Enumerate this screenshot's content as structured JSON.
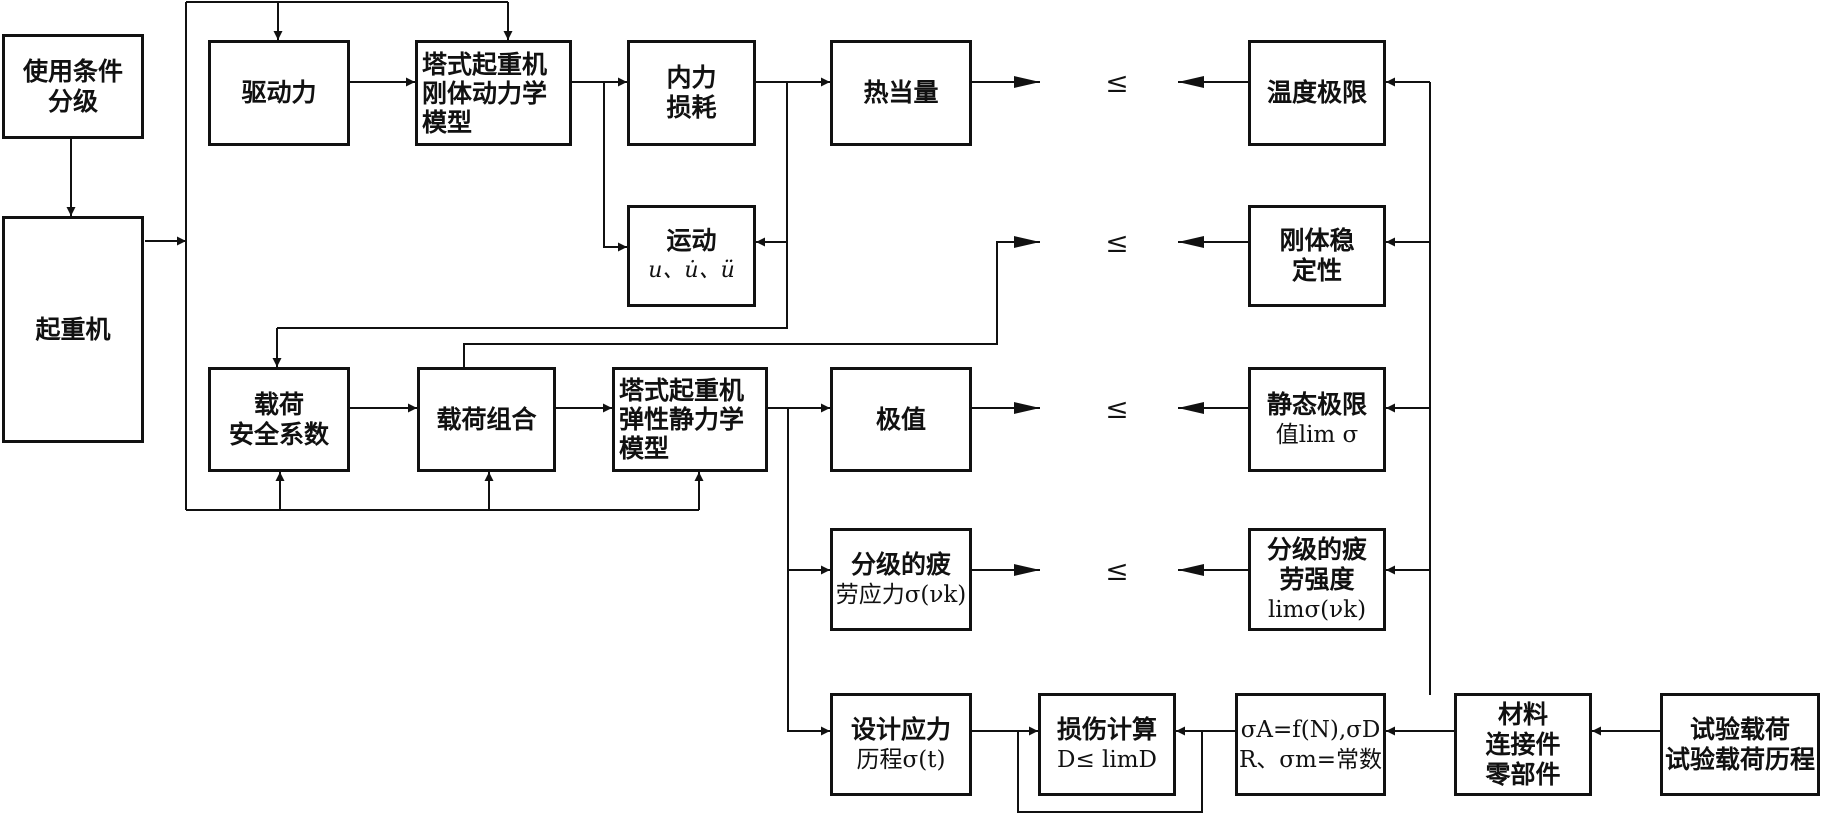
{
  "nodes": {
    "usage_class": {
      "lines": [
        "使用条件",
        "分级"
      ]
    },
    "crane": {
      "lines": [
        "起重机"
      ]
    },
    "drive_force": {
      "lines": [
        "驱动力"
      ]
    },
    "rigid_dynamics": {
      "lines": [
        "塔式起重机",
        "刚体动力学",
        "模型"
      ]
    },
    "internal_loss": {
      "lines": [
        "内力",
        "损耗"
      ]
    },
    "motion": {
      "lines": [
        "运动"
      ],
      "formula": "u、u̇、ü"
    },
    "heat_equivalent": {
      "lines": [
        "热当量"
      ]
    },
    "temp_limit": {
      "lines": [
        "温度极限"
      ]
    },
    "rigid_stability": {
      "lines": [
        "刚体稳",
        "定性"
      ]
    },
    "load_safety": {
      "lines": [
        "载荷",
        "安全系数"
      ]
    },
    "load_combination": {
      "lines": [
        "载荷组合"
      ]
    },
    "elastic_statics": {
      "lines": [
        "塔式起重机",
        "弹性静力学",
        "模型"
      ]
    },
    "extreme_value": {
      "lines": [
        "极值"
      ]
    },
    "static_limit": {
      "lines": [
        "静态极限"
      ],
      "formula": "值lim σ"
    },
    "graded_fatigue_stress": {
      "lines": [
        "分级的疲"
      ],
      "formula": "劳应力σ(νk)"
    },
    "graded_fatigue_strength": {
      "lines": [
        "分级的疲",
        "劳强度"
      ],
      "formula": "limσ(νk)"
    },
    "design_stress_history": {
      "lines": [
        "设计应力"
      ],
      "formula": "历程σ(t)"
    },
    "damage_calc": {
      "lines": [
        "损伤计算"
      ],
      "formula": "D≤ limD"
    },
    "sn_params": {
      "formula_lines": [
        "σA=f(N),σD",
        "R、σm=常数"
      ]
    },
    "materials": {
      "lines": [
        "材料",
        "连接件",
        "零部件"
      ]
    },
    "test_load": {
      "lines": [
        "试验载荷",
        "试验载荷历程"
      ]
    }
  },
  "comparators": [
    "≤",
    "≤",
    "≤",
    "≤"
  ]
}
